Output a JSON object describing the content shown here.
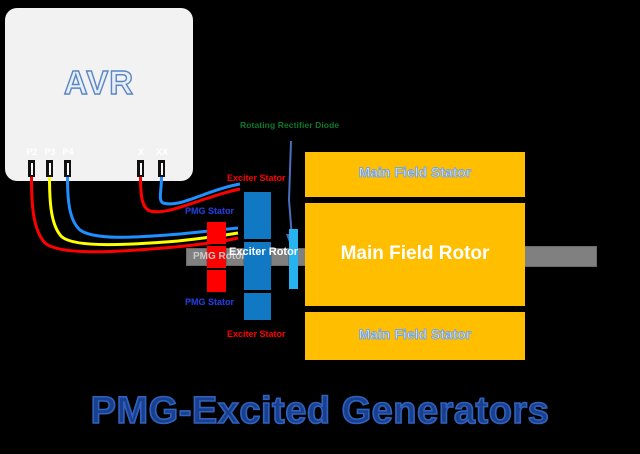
{
  "diagram": {
    "title": "PMG-Excited Generators",
    "avr": {
      "label": "AVR",
      "terminals_left": [
        {
          "label": "P2",
          "color": "#ff0000"
        },
        {
          "label": "P3",
          "color": "#ffff00"
        },
        {
          "label": "P4",
          "color": "#1e90ff"
        }
      ],
      "terminals_right": [
        {
          "label": "X",
          "color": "#ff0000"
        },
        {
          "label": "XX",
          "color": "#1e90ff"
        }
      ]
    },
    "annotations": {
      "diode": "Rotating Rectifier Diode"
    },
    "pmg": {
      "stator_top": "PMG Stator",
      "stator_bottom": "PMG Stator",
      "rotor": "PMG Rotor"
    },
    "exciter": {
      "stator_top": "Exciter Stator",
      "stator_bottom": "Exciter Stator",
      "rotor": "Exciter Rotor"
    },
    "main_field": {
      "stator_top": "Main Field Stator",
      "rotor": "Main Field Rotor",
      "stator_bottom": "Main Field Stator"
    },
    "colors": {
      "background": "#000000",
      "pmg_block": "#ff0000",
      "exciter_block": "#1179c4",
      "diode_block": "#26b3f0",
      "main_field_block": "#ffbf00",
      "shaft": "#808080",
      "avr_body": "#f2f2f2",
      "title_text": "#1b3f8f",
      "annotation_text": "#0b7a2a",
      "wire_red": "#ff0000",
      "wire_yellow": "#ffff00",
      "wire_blue": "#1e90ff"
    }
  }
}
